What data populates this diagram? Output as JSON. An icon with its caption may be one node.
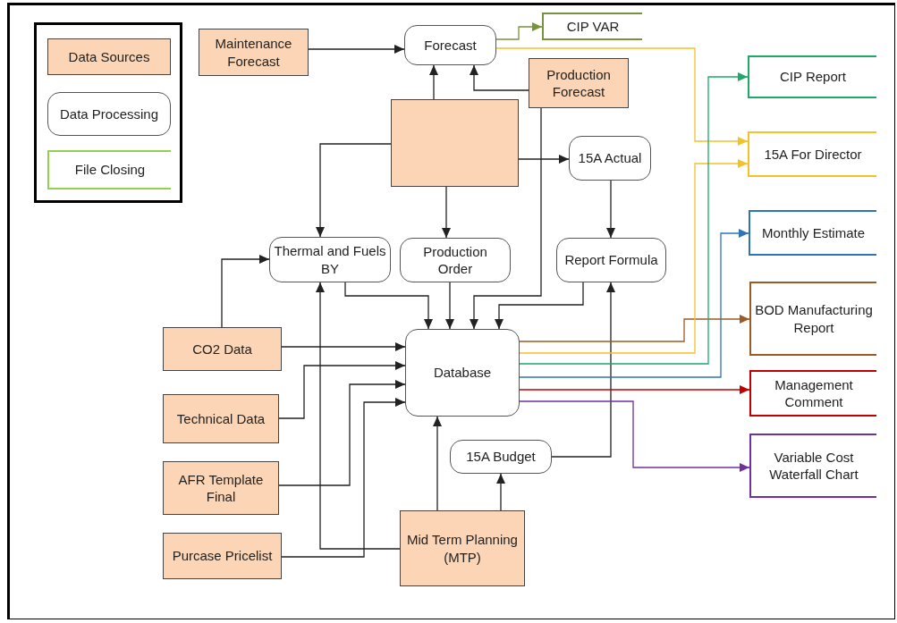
{
  "diagram": {
    "nodes": [
      {
        "text": [
          "Maintenance Forecast"
        ]
      },
      {
        "text": [
          "Forecast"
        ]
      },
      {
        "text": [
          "CIP VAR"
        ]
      },
      {
        "text": [
          "Production Forecast"
        ]
      },
      {
        "text": [],
        "shape": "box"
      },
      {
        "text": [
          "CIP Report"
        ]
      },
      {
        "text": [
          "15A Actual"
        ]
      },
      {
        "text": [
          "15A For Director"
        ]
      },
      {
        "text": [
          "Monthly Estimate"
        ]
      },
      {
        "text": [
          "Thermal and Fuels BY"
        ]
      },
      {
        "text": [
          "Production Order"
        ]
      },
      {
        "text": [
          "Report Formula"
        ]
      },
      {
        "text": [
          "BOD Manufacturing Report"
        ]
      },
      {
        "text": [
          "CO2 Data"
        ]
      },
      {
        "text": [
          "Database"
        ]
      },
      {
        "text": [
          "Management Comment"
        ]
      },
      {
        "text": [
          "Technical Data"
        ]
      },
      {
        "text": [
          "AFR Template Final"
        ]
      },
      {
        "text": [
          "15A Budget"
        ]
      },
      {
        "text": [
          "Variable Cost Waterfall Chart"
        ]
      },
      {
        "text": [
          "Purcase Pricelist"
        ]
      },
      {
        "text": [
          "Mid Term Planning (MTP)"
        ]
      }
    ],
    "edges": [
      {
        "from": 0,
        "to": 1,
        "arrow": "to"
      },
      {
        "from": 4,
        "to": 1,
        "arrow": "to"
      },
      {
        "from": 3,
        "to": 1,
        "arrow": "to"
      },
      {
        "from": 1,
        "to": 2,
        "arrow": "to",
        "color": "#77933c"
      },
      {
        "from": 1,
        "to": 7,
        "arrow": "to",
        "color": "#f5c02a"
      },
      {
        "from": 4,
        "to": 6,
        "arrow": "to"
      },
      {
        "from": 4,
        "to": 9,
        "arrow": "to"
      },
      {
        "from": 4,
        "to": 10,
        "arrow": "to"
      },
      {
        "from": 3,
        "to": 14,
        "arrow": "to"
      },
      {
        "from": 6,
        "to": 11,
        "arrow": "to"
      },
      {
        "from": 9,
        "to": 14,
        "arrow": "to"
      },
      {
        "from": 10,
        "to": 14,
        "arrow": "to"
      },
      {
        "from": 11,
        "to": 14,
        "arrow": "to"
      },
      {
        "from": 13,
        "to": 9,
        "arrow": "to"
      },
      {
        "from": 13,
        "to": 14,
        "arrow": "to"
      },
      {
        "from": 16,
        "to": 14,
        "arrow": "to"
      },
      {
        "from": 17,
        "to": 14,
        "arrow": "to"
      },
      {
        "from": 20,
        "to": 14,
        "arrow": "to"
      },
      {
        "from": 21,
        "to": 9,
        "arrow": "to"
      },
      {
        "from": 21,
        "to": 14,
        "arrow": "to"
      },
      {
        "from": 21,
        "to": 18,
        "arrow": "to"
      },
      {
        "from": 18,
        "to": 11,
        "arrow": "to"
      },
      {
        "from": 14,
        "to": 12,
        "arrow": "to",
        "color": "#9c5b24"
      },
      {
        "from": 14,
        "to": 7,
        "arrow": "to",
        "color": "#f5c02a"
      },
      {
        "from": 14,
        "to": 5,
        "arrow": "to",
        "color": "#1fa86a"
      },
      {
        "from": 14,
        "to": 8,
        "arrow": "to",
        "color": "#2e75b6"
      },
      {
        "from": 14,
        "to": 15,
        "arrow": "to",
        "color": "#c00000"
      },
      {
        "from": 14,
        "to": 19,
        "arrow": "to",
        "color": "#7030a0"
      }
    ],
    "legend": [
      {
        "text": "Data Sources",
        "color": "#fbd5b5"
      },
      {
        "text": "Data Processing"
      },
      {
        "text": "File Closing"
      }
    ]
  }
}
